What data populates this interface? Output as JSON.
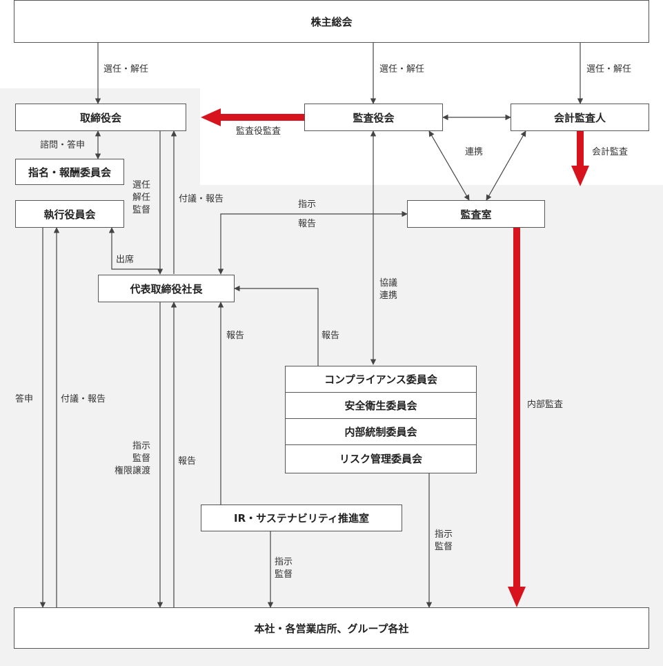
{
  "nodes": {
    "shareholders": "株主総会",
    "board": "取締役会",
    "audit_board": "監査役会",
    "accounting_auditor": "会計監査人",
    "nomination_committee": "指名・報酬委員会",
    "executive_committee": "執行役員会",
    "audit_office": "監査室",
    "president": "代表取締役社長",
    "committees": [
      "コンプライアンス委員会",
      "安全衛生委員会",
      "内部統制委員会",
      "リスク管理委員会"
    ],
    "ir_office": "IR・サステナビリティ推進室",
    "branches": "本社・各営業店所、グループ各社"
  },
  "labels": {
    "elect_dismiss": "選任・解任",
    "audit_by_auditors": "監査役監査",
    "accounting_audit": "会計監査",
    "consult_report": "諮問・答申",
    "cooperation": "連携",
    "elect_supervise": "選任\n解任\n監督",
    "agenda_report": "付議・報告",
    "instruct": "指示",
    "report": "報告",
    "attend": "出席",
    "consult_cooperate": "協議\n連携",
    "answer": "答申",
    "instruct_supervise_delegate": "指示\n監督\n権限譲渡",
    "instruct_supervise": "指示\n監督",
    "internal_audit": "内部監査"
  },
  "colors": {
    "accent_red": "#d7141e",
    "line": "#444444",
    "panel": "#f2f2f2"
  }
}
